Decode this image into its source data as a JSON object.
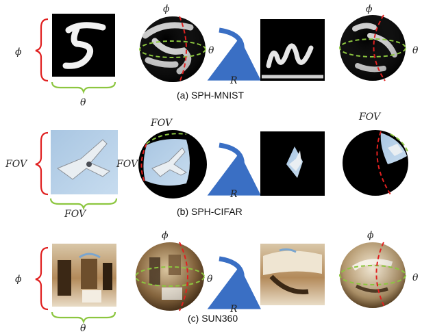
{
  "figure": {
    "rows": [
      {
        "caption": "(a) SPH-MNIST",
        "row_left_label": "ϕ",
        "row_bottom_label": "θ",
        "sphere1_top_label": "ϕ",
        "sphere1_side_label": "θ",
        "rotation_label": "R",
        "sphere2_top_label": "ϕ",
        "sphere2_side_label": "θ"
      },
      {
        "caption": "(b) SPH-CIFAR",
        "row_left_label": "FOV",
        "row_bottom_label": "FOV",
        "sphere1_top_label": "FOV",
        "sphere1_side_label": "FOV",
        "rotation_label": "R",
        "sphere2_top_label": "FOV"
      },
      {
        "caption": "(c) SUN360",
        "row_left_label": "ϕ",
        "row_bottom_label": "θ",
        "sphere1_top_label": "ϕ",
        "sphere1_side_label": "θ",
        "rotation_label": "R",
        "sphere2_top_label": "ϕ",
        "sphere2_side_label": "θ"
      }
    ],
    "colors": {
      "phi_brace": "#e02020",
      "theta_brace": "#8cc63f",
      "arrow": "#3a6fc4",
      "meridian": "#e02020",
      "equator": "#8cc63f"
    }
  }
}
